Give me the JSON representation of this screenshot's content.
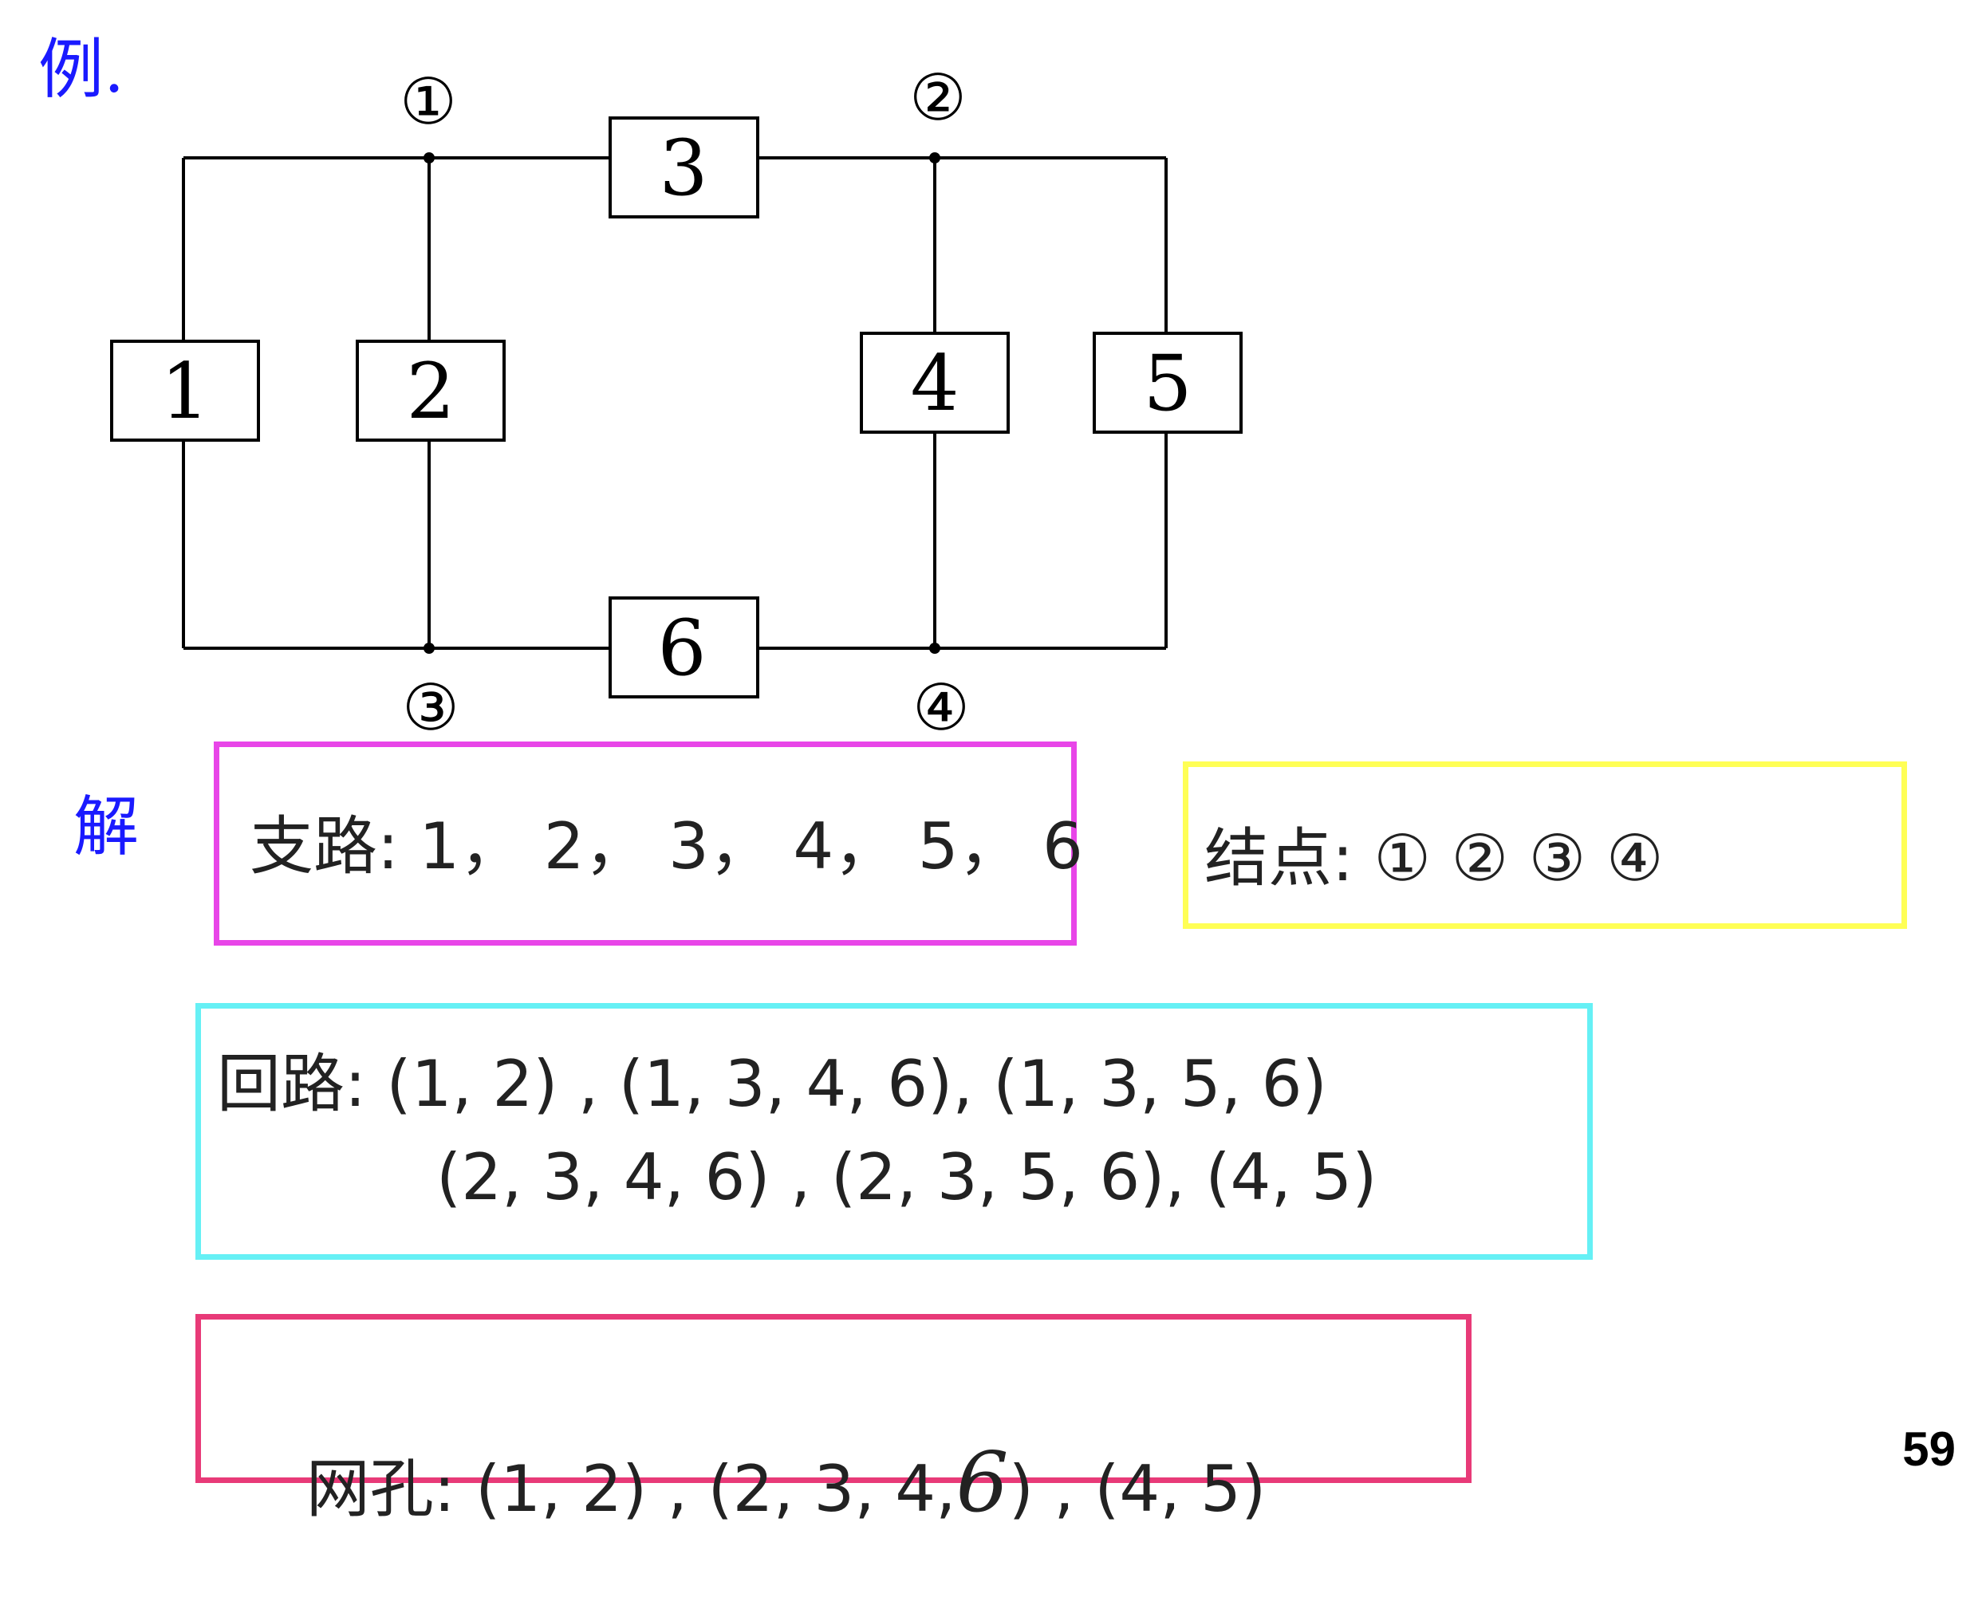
{
  "labels": {
    "example": "例.",
    "solution": "解",
    "page_number": "59"
  },
  "circuit": {
    "elements": [
      "1",
      "2",
      "3",
      "4",
      "5",
      "6"
    ],
    "nodes": [
      "①",
      "②",
      "③",
      "④"
    ]
  },
  "branches": {
    "text": "支路: 1， 2， 3， 4， 5， 6"
  },
  "nodes_answer": {
    "text": "结点: ① ② ③ ④"
  },
  "loops": {
    "line1": "回路: (1, 2) , (1, 3, 4, 6), (1, 3, 5, 6)",
    "line2": "(2, 3, 4, 6) , (2, 3, 5, 6), (4, 5)"
  },
  "meshes": {
    "prefix": "网孔: (1, 2) , (2, 3, 4,",
    "handwritten": "6",
    "suffix": ") , (4, 5)"
  },
  "colors": {
    "label_blue": "#1a1aff",
    "branches_border": "#e845e8",
    "nodes_border": "#ffff55",
    "loops_border": "#66f0f5",
    "meshes_border": "#e83a78"
  }
}
